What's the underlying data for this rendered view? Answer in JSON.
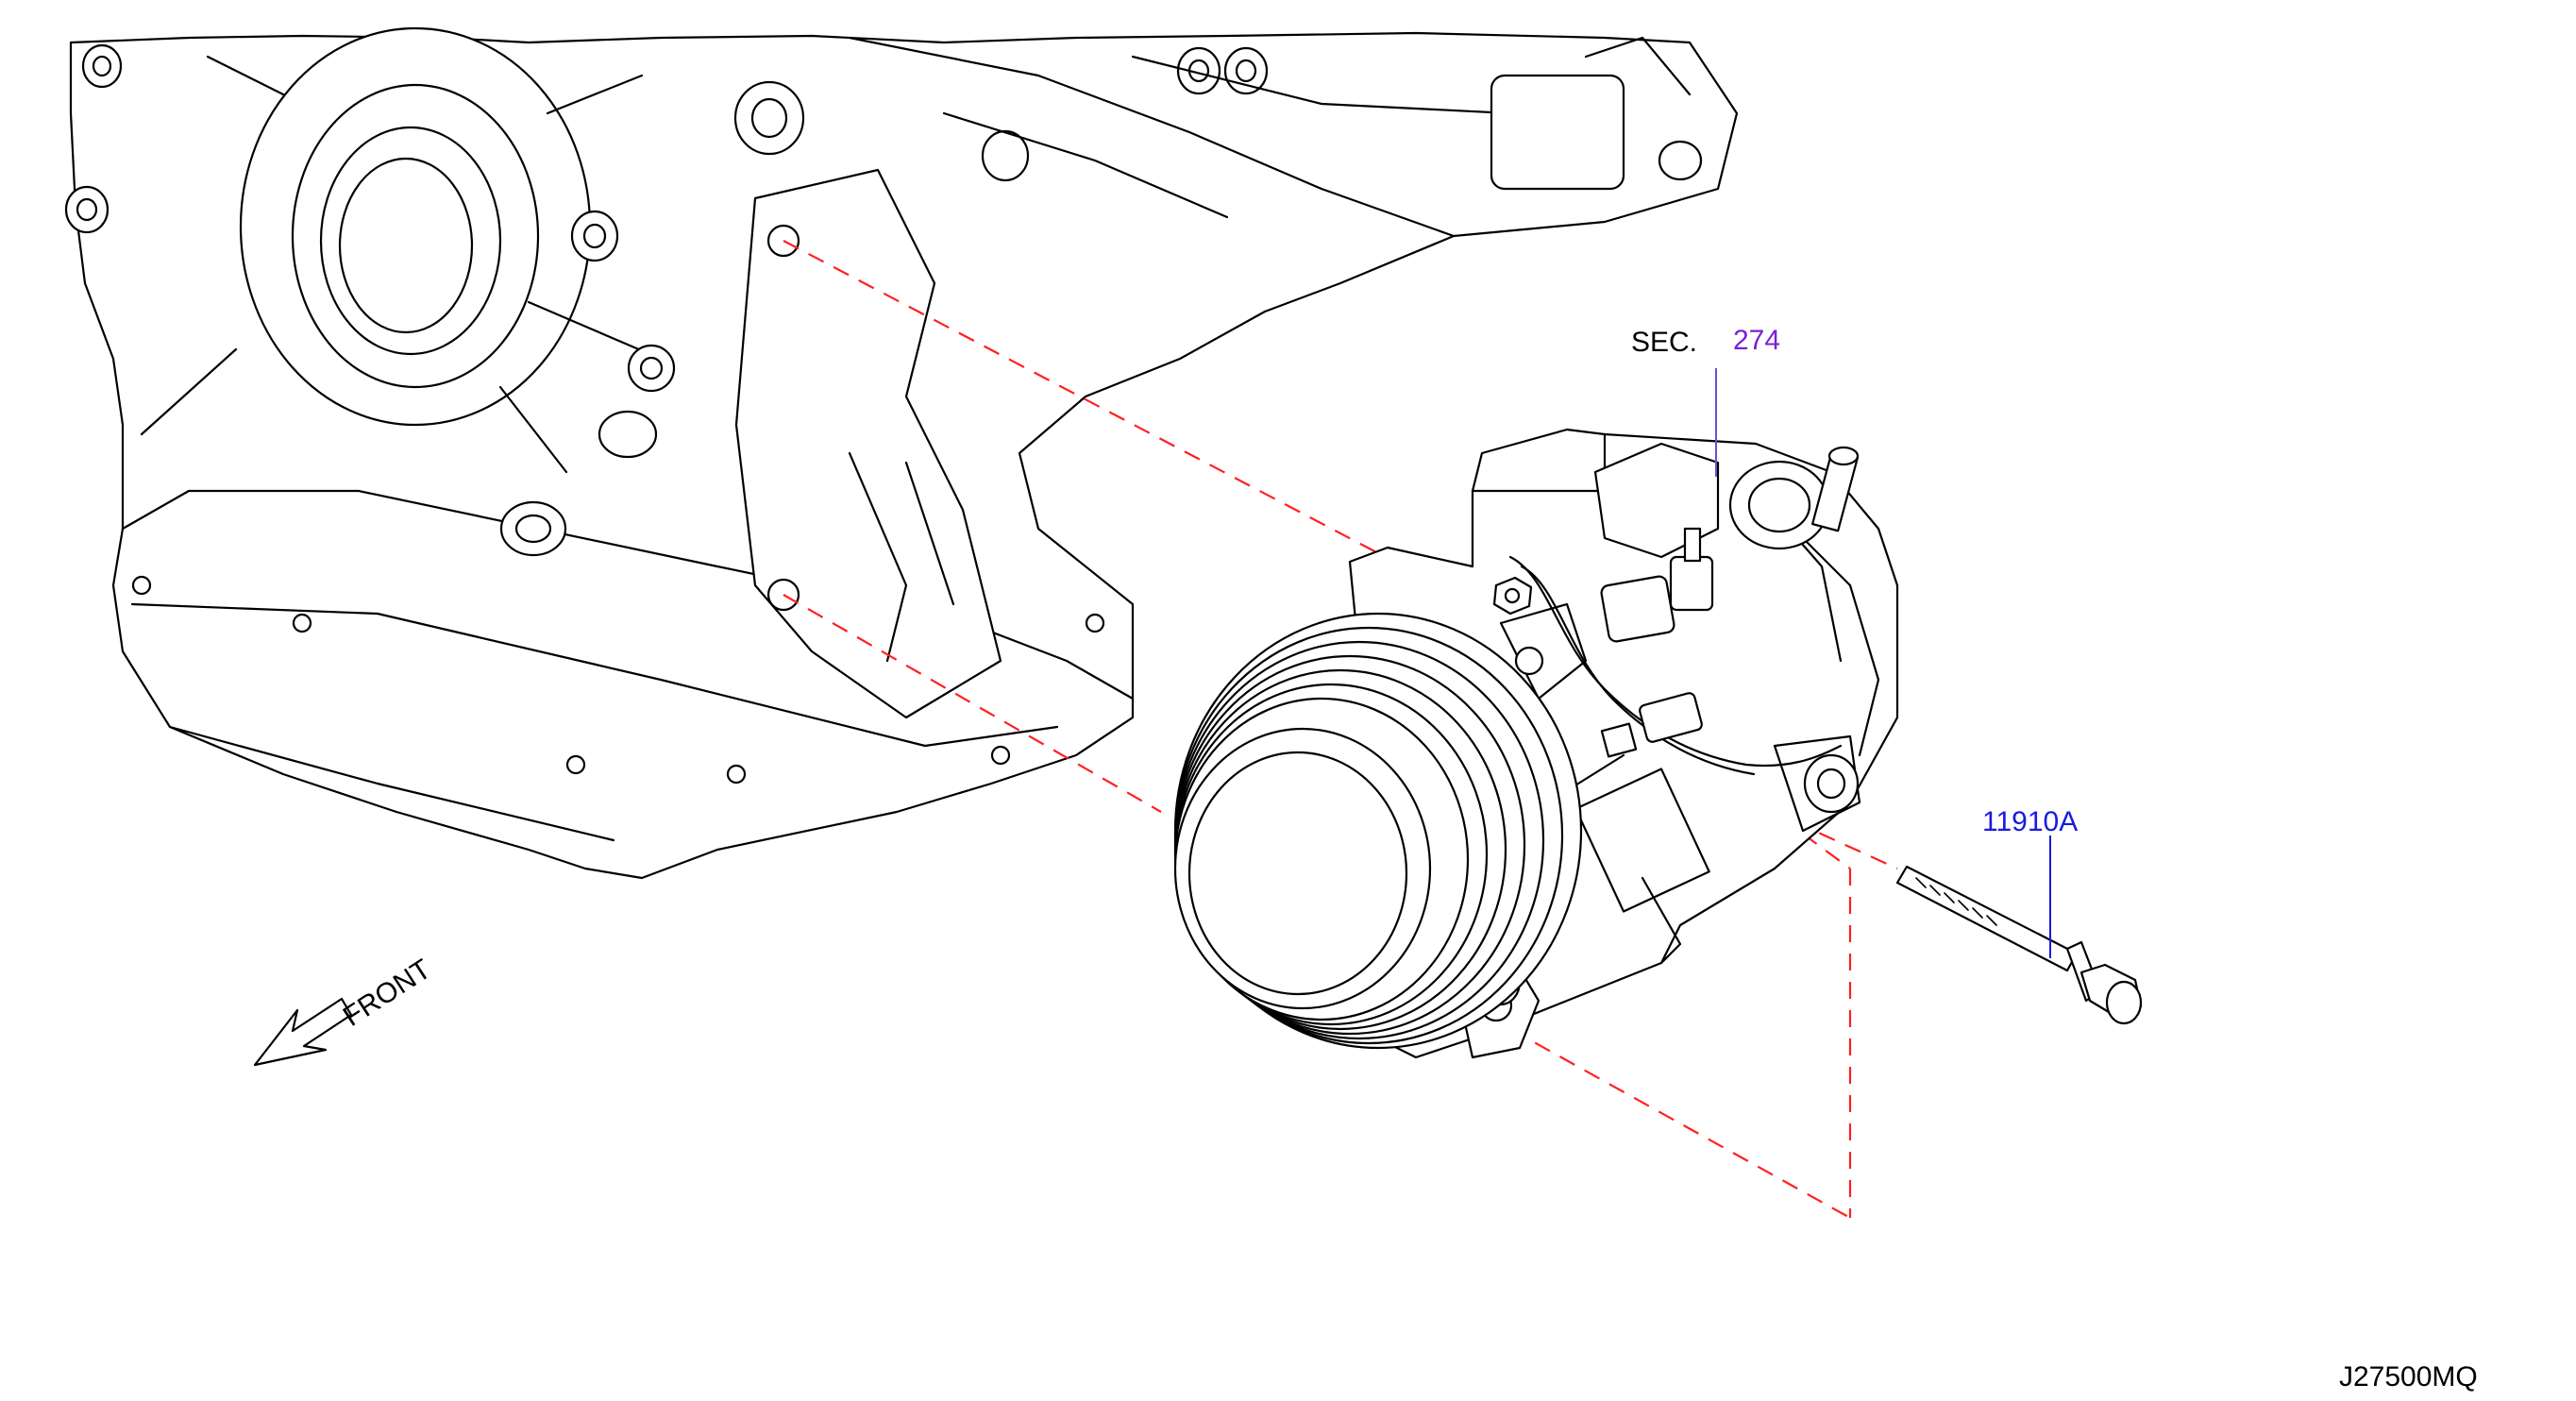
{
  "labels": {
    "sec_prefix": "SEC.",
    "sec_number": "274",
    "part_number": "11910A",
    "front": "FRONT",
    "diagram_code": "J27500MQ"
  },
  "colors": {
    "sec_number": "#7a1fd6",
    "part_number": "#1a1ae0",
    "leader_sec": "#6a4fd0",
    "leader_part": "#1a1ae0",
    "dashed_lines": "#ff2020",
    "outline": "#000000"
  },
  "icons": {
    "front": "front-arrow-icon"
  }
}
